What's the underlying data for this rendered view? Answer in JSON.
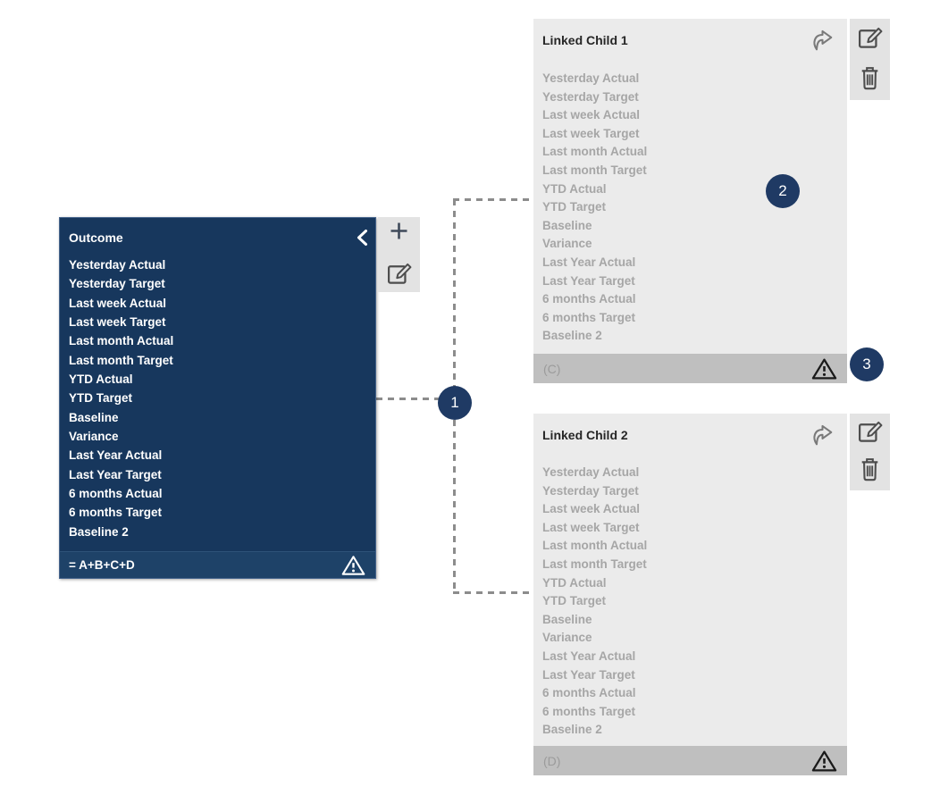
{
  "palette": {
    "navy": "#17375d",
    "navy_footer": "#1e4268",
    "navy_border": "#46648c",
    "card_bg": "#ebebeb",
    "card_footer_bg": "#bfbfbf",
    "strip_bg": "#e3e3e3",
    "muted_text": "#a6a6a6",
    "footer_text": "#9b9b9b",
    "title_dark": "#262626",
    "icon_dark": "#4d4d4d",
    "icon_mid": "#7a7a7a",
    "plus_color": "#3f4a5a",
    "connector": "#8c8c8c",
    "badge_bg": "#1f3a64",
    "white": "#ffffff"
  },
  "outcome_card": {
    "title": "Outcome",
    "items": [
      "Yesterday Actual",
      "Yesterday Target",
      "Last week Actual",
      "Last week Target",
      "Last month Actual",
      "Last month Target",
      "YTD Actual",
      "YTD Target",
      "Baseline",
      "Variance",
      "Last Year Actual",
      "Last Year Target",
      "6 months Actual",
      "6 months Target",
      "Baseline 2"
    ],
    "footer_formula": "= A+B+C+D",
    "toolbar": {
      "add_icon": "plus-icon",
      "edit_icon": "edit-icon"
    },
    "header_icon": "chevron-left-icon",
    "footer_icon": "warning-triangle-icon"
  },
  "child_cards": [
    {
      "title": "Linked Child 1",
      "items": [
        "Yesterday Actual",
        "Yesterday Target",
        "Last week Actual",
        "Last week Target",
        "Last month Actual",
        "Last month Target",
        "YTD Actual",
        "YTD Target",
        "Baseline",
        "Variance",
        "Last Year Actual",
        "Last Year Target",
        "6 months Actual",
        "6 months Target",
        "Baseline 2"
      ],
      "footer_label": "(C)",
      "header_icon": "share-arrow-icon",
      "toolbar": {
        "edit_icon": "edit-icon",
        "delete_icon": "trash-icon"
      },
      "footer_icon": "warning-triangle-icon"
    },
    {
      "title": "Linked Child 2",
      "items": [
        "Yesterday Actual",
        "Yesterday Target",
        "Last week Actual",
        "Last week Target",
        "Last month Actual",
        "Last month Target",
        "YTD Actual",
        "YTD Target",
        "Baseline",
        "Variance",
        "Last Year Actual",
        "Last Year Target",
        "6 months Actual",
        "6 months Target",
        "Baseline 2"
      ],
      "footer_label": "(D)",
      "header_icon": "share-arrow-icon",
      "toolbar": {
        "edit_icon": "edit-icon",
        "delete_icon": "trash-icon"
      },
      "footer_icon": "warning-triangle-icon"
    }
  ],
  "callouts": [
    "1",
    "2",
    "3"
  ]
}
